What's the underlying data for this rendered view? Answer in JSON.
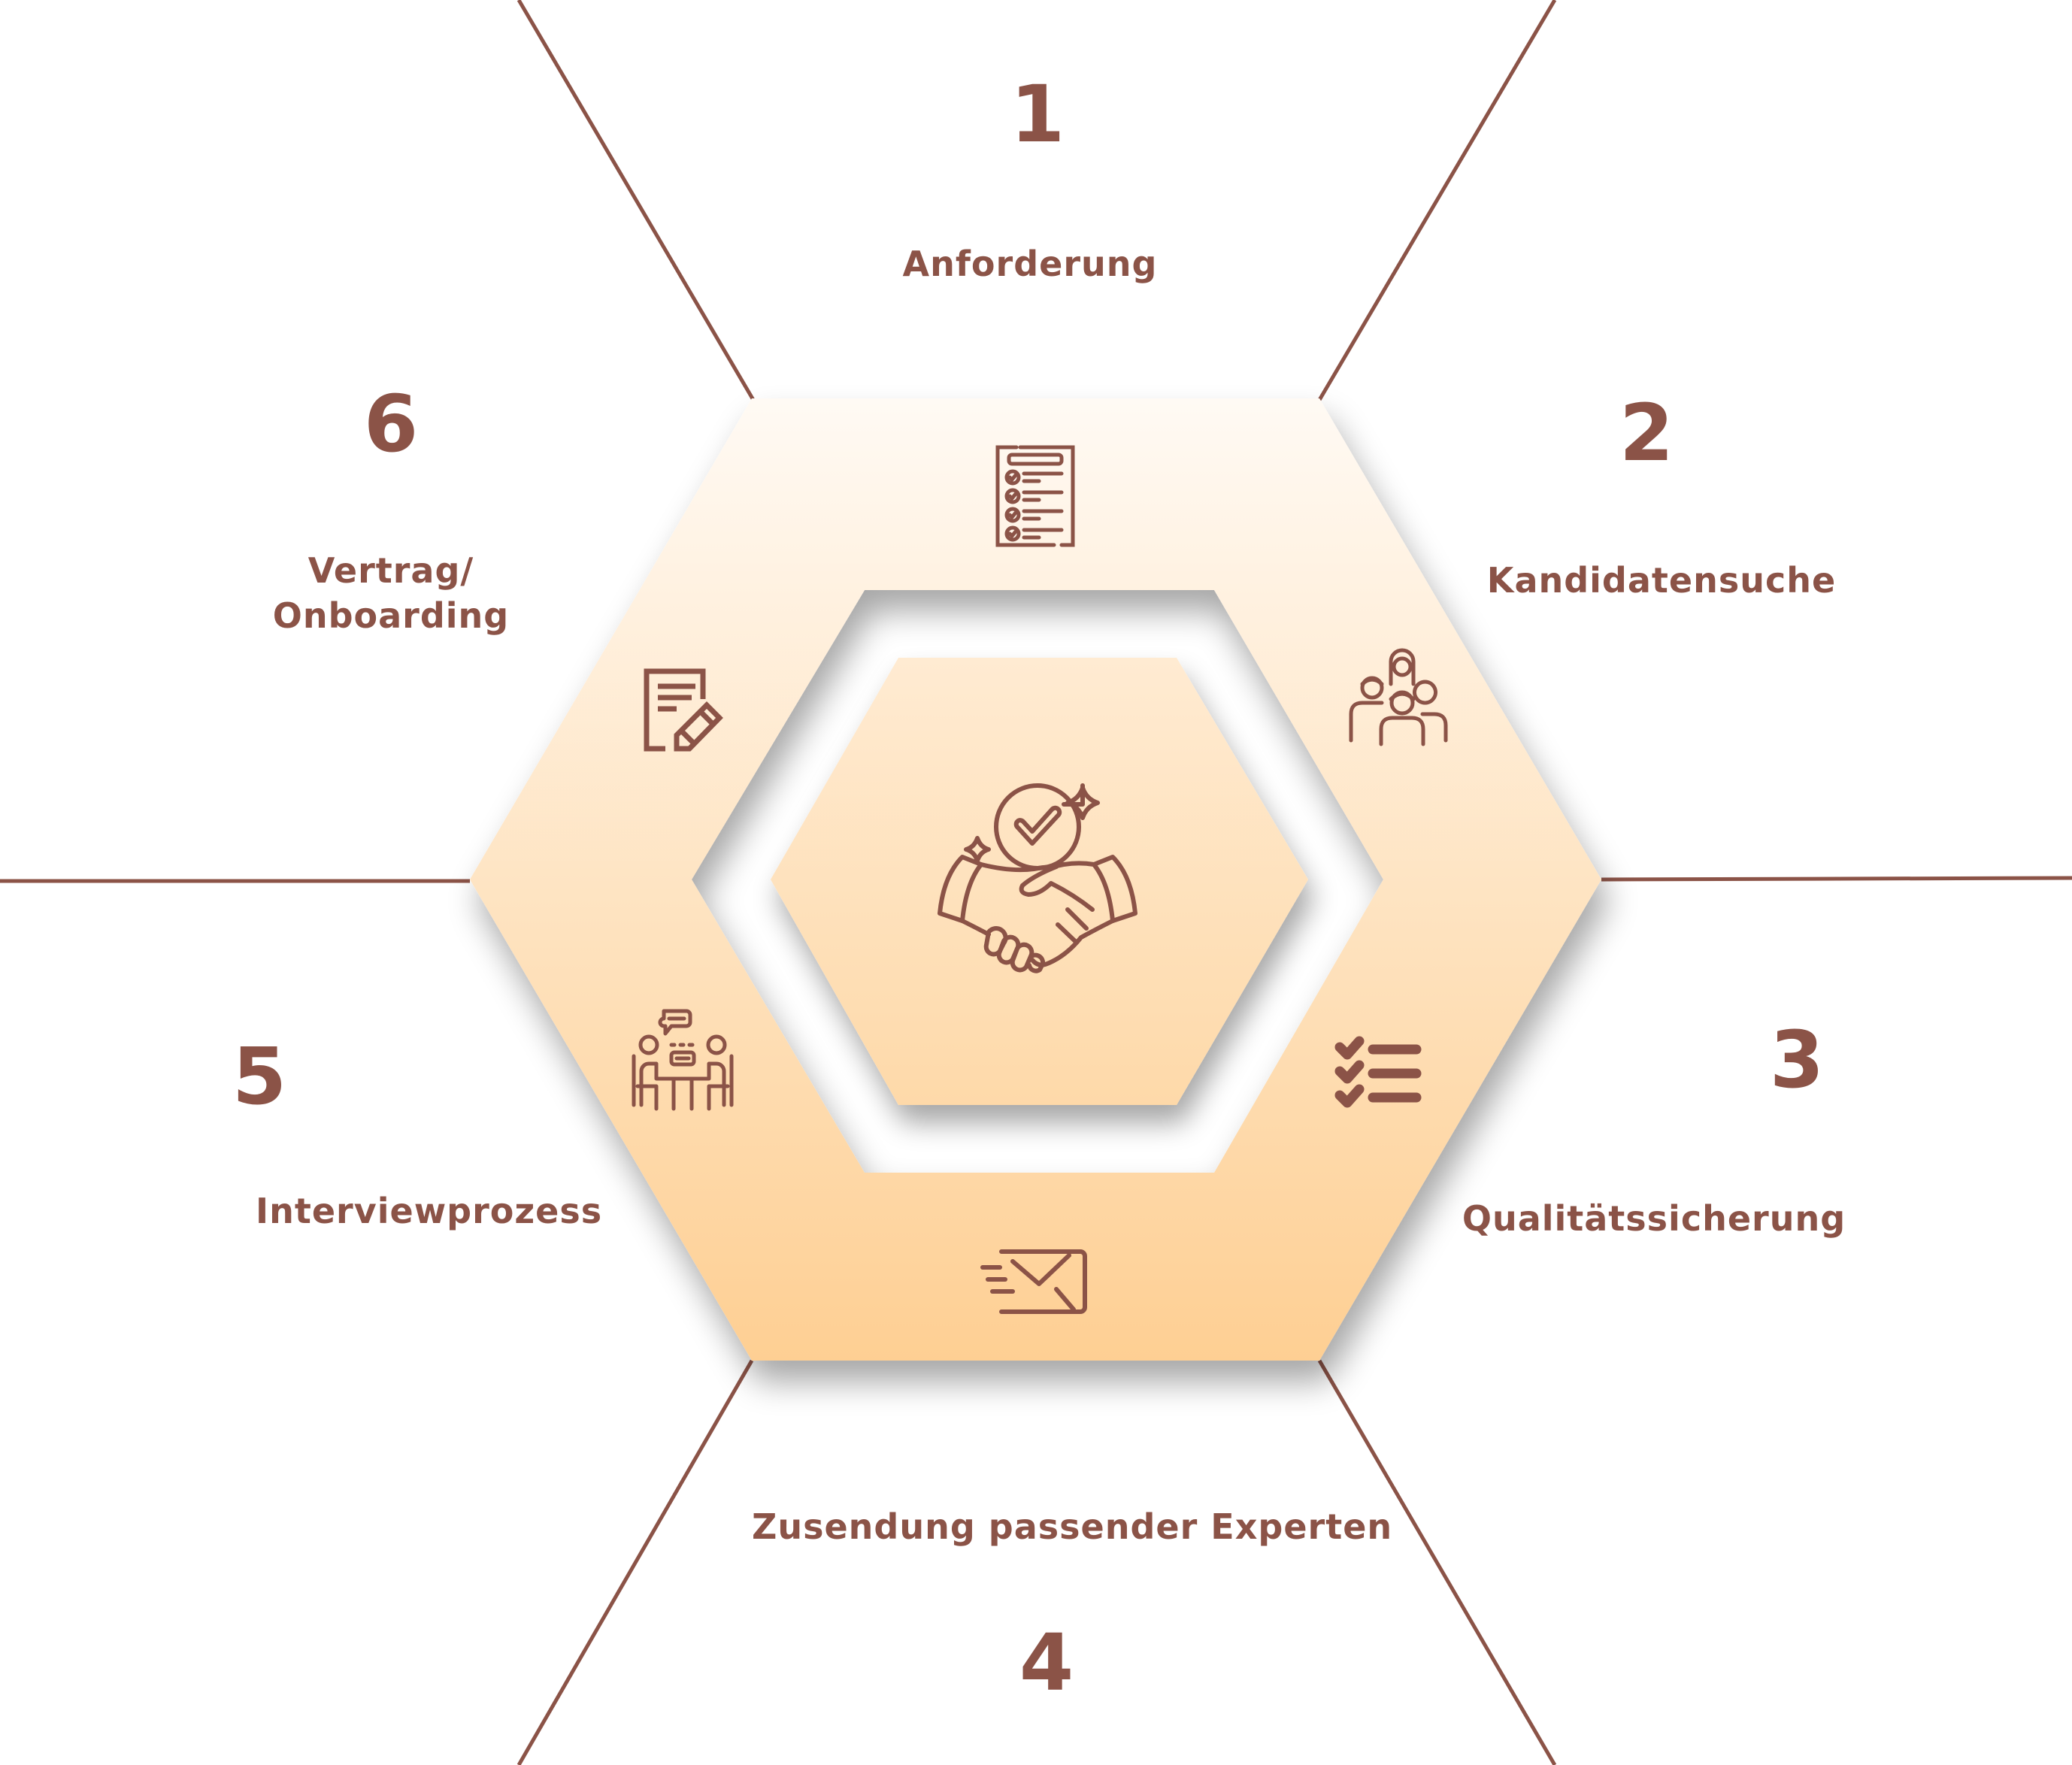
{
  "diagram": {
    "title": "",
    "center": {
      "icon": "handshake-check-icon"
    },
    "colors": {
      "accent": "#8b5347",
      "hex_top": "#fffaf4",
      "hex_bottom": "#fecf93",
      "shadow": "#c4c4c4",
      "background": "#ffffff"
    },
    "steps": [
      {
        "number": "1",
        "label": "Anforderung",
        "icon": "checklist-document-icon"
      },
      {
        "number": "2",
        "label": "Kandidatensuche",
        "icon": "people-group-icon"
      },
      {
        "number": "3",
        "label": "Qualitätssicherung",
        "icon": "check-list-icon"
      },
      {
        "number": "4",
        "label": "Zusendung passender Experten",
        "icon": "send-mail-icon"
      },
      {
        "number": "5",
        "label": "Interviewprozess",
        "icon": "interview-meeting-icon"
      },
      {
        "number": "6",
        "label_line1": "Vertrag/",
        "label_line2": "Onboarding",
        "icon": "contract-edit-icon"
      }
    ]
  }
}
